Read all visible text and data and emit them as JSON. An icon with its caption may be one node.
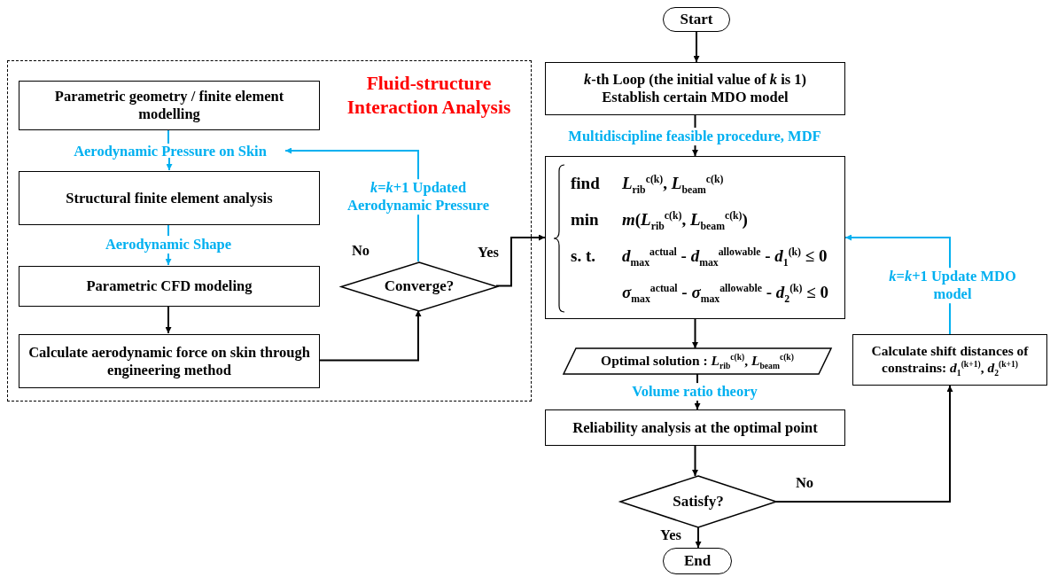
{
  "diagram": {
    "nodes": [
      {
        "text": [
          "Fluid-structure Interaction Analysis"
        ]
      },
      {
        "text": [
          "Parametric geometry / finite element modelling"
        ],
        "in": 0
      },
      {
        "text": [
          "Aerodynamic Pressure on Skin"
        ],
        "in": 0
      },
      {
        "text": [
          "Structural finite element analysis"
        ],
        "in": 0
      },
      {
        "text": [
          "Parametric CFD modeling"
        ],
        "in": 0
      },
      {
        "text": [
          "Calculate aerodynamic force on skin through engineering method"
        ],
        "in": 0
      },
      {
        "text": [
          "Converge?"
        ],
        "in": 0
      },
      {
        "text": [
          "Start"
        ]
      },
      {
        "text": [
          "*k*-th Loop  (the initial value of *k* is 1)",
          "Establish certain MDO model"
        ]
      },
      {
        "text": [
          "find",
          "*L*$_{rib}$$^{c(k)}$, *L*$_{beam}$$^{c(k)}$",
          "min",
          "*m*(*L*$_{rib}$$^{c(k)}$, *L*$_{beam}$$^{c(k)}$)",
          "s. t.",
          "*d*$_{max}$$^{actual}$ - *d*$_{max}$$^{allowable}$ - *d*$_{1}$$^{(k)}$ ≤ 0",
          "*σ*$_{max}$$^{actual}$ - *σ*$_{max}$$^{allowable}$ - *d*$_{2}$$^{(k)}$ ≤ 0"
        ]
      },
      {
        "text": [
          "Optimal  solution : *L*$_{rib}$$^{c(k)}$, *L*$_{beam}$$^{c(k)}$"
        ]
      },
      {
        "text": [
          "Reliability analysis at the optimal point"
        ]
      },
      {
        "text": [
          "Satisfy?"
        ]
      },
      {
        "text": [
          "End"
        ]
      },
      {
        "text": [
          "Calculate shift distances of constrains: *d*$_{1}$$^{(k+1)}$, *d*$_{2}$$^{(k+1)}$"
        ]
      }
    ],
    "edges": [
      {
        "from": 1,
        "to": 2,
        "arrow": "none",
        "color": "#00b0f0"
      },
      {
        "from": 2,
        "to": 3,
        "arrow": "to",
        "color": "#00b0f0"
      },
      {
        "from": 3,
        "to": 4,
        "arrow": "to",
        "label": "Aerodynamic Shape",
        "color": "#00b0f0"
      },
      {
        "from": 4,
        "to": 5,
        "arrow": "to"
      },
      {
        "from": 5,
        "to": 6,
        "arrow": "to"
      },
      {
        "from": 6,
        "to": 2,
        "arrow": "to",
        "label": "*k*=*k*+1 Updated Aerodynamic Pressure",
        "color": "#00b0f0"
      },
      {
        "from": 6,
        "to": 9,
        "arrow": "to"
      },
      {
        "from": 7,
        "to": 8,
        "arrow": "to"
      },
      {
        "from": 8,
        "to": 9,
        "arrow": "to",
        "label": "Multidiscipline feasible procedure, MDF"
      },
      {
        "from": 9,
        "to": 10,
        "arrow": "to"
      },
      {
        "from": 10,
        "to": 11,
        "arrow": "to",
        "label": "Volume ratio theory"
      },
      {
        "from": 11,
        "to": 12,
        "arrow": "to"
      },
      {
        "from": 12,
        "to": 13,
        "arrow": "to"
      },
      {
        "from": 12,
        "to": 14,
        "arrow": "to"
      },
      {
        "from": 14,
        "to": 9,
        "arrow": "to",
        "label": "*k*=*k*+1 Update MDO model",
        "color": "#00b0f0"
      }
    ],
    "labels": [
      "No",
      "Yes",
      "No",
      "Yes"
    ]
  }
}
